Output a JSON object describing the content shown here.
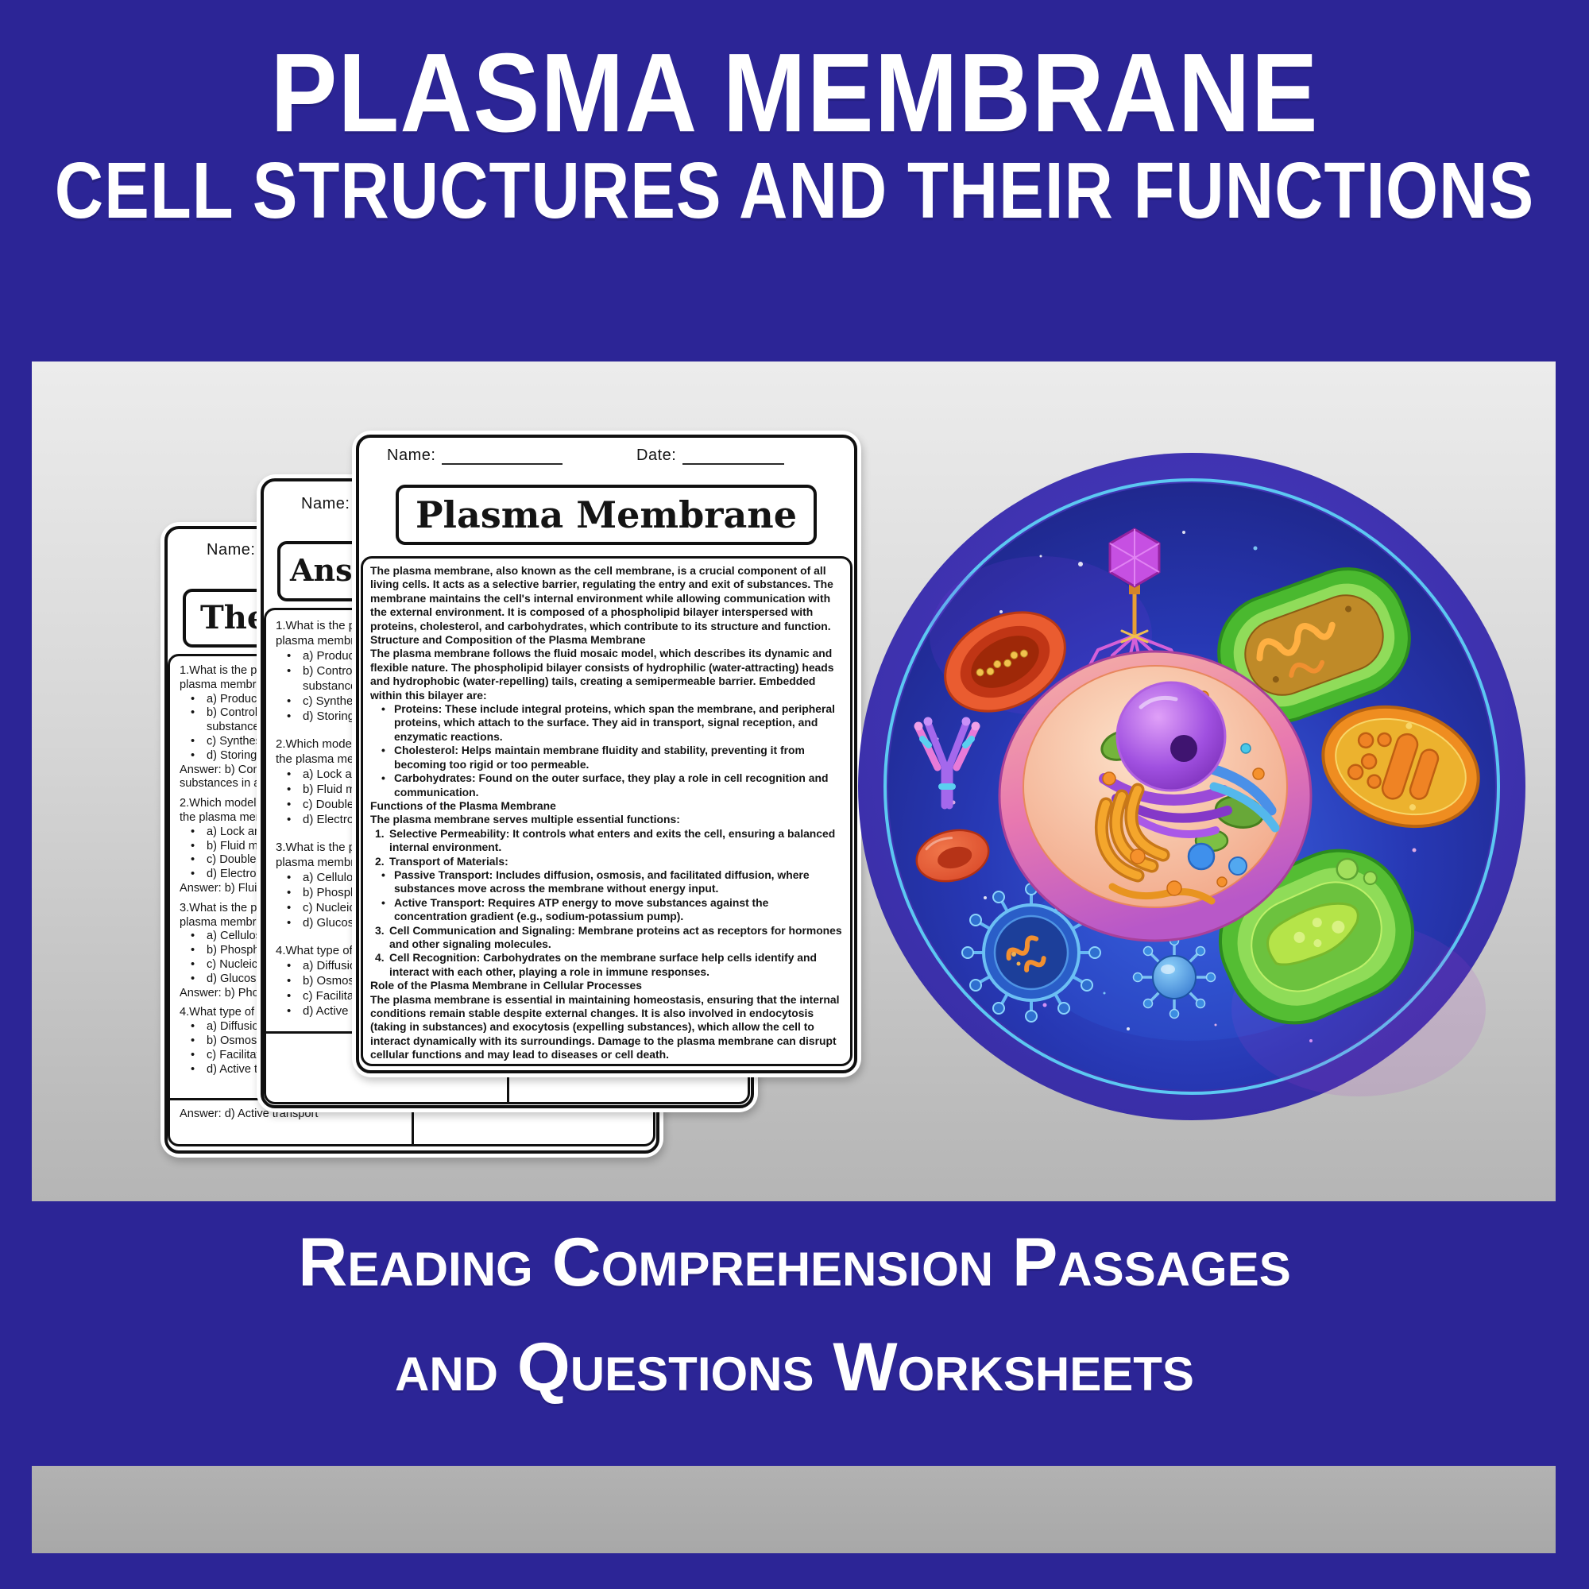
{
  "cover": {
    "title_line1": "PLASMA MEMBRANE",
    "title_line2": "CELL STRUCTURES AND THEIR FUNCTIONS",
    "footer_line1": "Reading Comprehension Passages",
    "footer_line2": "and Questions Worksheets"
  },
  "colors": {
    "background": "#2c2596",
    "panel_top": "#ececec",
    "panel_bottom": "#b5b5b5",
    "bottom_bar": "#a8a8a8",
    "title_text": "#ffffff",
    "badge_ring": "#3d2fa8",
    "badge_space": "#1d2280",
    "badge_inner_ring": "#5cc8f2"
  },
  "worksheets": {
    "front": {
      "name_label": "Name:",
      "date_label": "Date:",
      "title": "Plasma Membrane",
      "passage": [
        {
          "style": "p",
          "text": "The plasma membrane, also known as the cell membrane, is a crucial component of all living cells. It acts as a selective barrier, regulating the entry and exit of substances. The membrane maintains the cell's internal environment while allowing communication with the external environment. It is composed of a phospholipid bilayer interspersed with proteins, cholesterol, and carbohydrates, which contribute to its structure and function."
        },
        {
          "style": "p",
          "text": "Structure and Composition of the Plasma Membrane"
        },
        {
          "style": "p",
          "text": "The plasma membrane follows the fluid mosaic model, which describes its dynamic and flexible nature. The phospholipid bilayer consists of hydrophilic (water-attracting) heads and hydrophobic (water-repelling) tails, creating a semipermeable barrier. Embedded within this bilayer are:"
        },
        {
          "style": "bullet",
          "text": "Proteins: These include integral proteins, which span the membrane, and peripheral proteins, which attach to the surface. They aid in transport, signal reception, and enzymatic reactions."
        },
        {
          "style": "bullet",
          "text": "Cholesterol: Helps maintain membrane fluidity and stability, preventing it from becoming too rigid or too permeable."
        },
        {
          "style": "bullet",
          "text": "Carbohydrates: Found on the outer surface, they play a role in cell recognition and communication."
        },
        {
          "style": "p",
          "text": "Functions of the Plasma Membrane"
        },
        {
          "style": "p",
          "text": "The plasma membrane serves multiple essential functions:"
        },
        {
          "style": "num",
          "text": "Selective Permeability: It controls what enters and exits the cell, ensuring a balanced internal environment."
        },
        {
          "style": "num",
          "text": "Transport of Materials:"
        },
        {
          "style": "bullet",
          "text": "Passive Transport: Includes diffusion, osmosis, and facilitated diffusion, where substances move across the membrane without energy input."
        },
        {
          "style": "bullet",
          "text": "Active Transport: Requires ATP energy to move substances against the concentration gradient (e.g., sodium-potassium pump)."
        },
        {
          "style": "num",
          "text": "Cell Communication and Signaling: Membrane proteins act as receptors for hormones and other signaling molecules."
        },
        {
          "style": "num",
          "text": "Cell Recognition: Carbohydrates on the membrane surface help cells identify and interact with each other, playing a role in immune responses."
        },
        {
          "style": "p",
          "text": "Role of the Plasma Membrane in Cellular Processes"
        },
        {
          "style": "p",
          "text": "The plasma membrane is essential in maintaining homeostasis, ensuring that the internal conditions remain stable despite external changes. It is also involved in endocytosis (taking in substances) and exocytosis (expelling substances), which allow the cell to interact dynamically with its surroundings. Damage to the plasma membrane can disrupt cellular functions and may lead to diseases or cell death."
        }
      ]
    },
    "middle": {
      "name_label": "Name:",
      "title": "Answer the following questions"
    },
    "back": {
      "name_label": "Name:",
      "title": "The Answer Key"
    },
    "questions": [
      {
        "number": "1.",
        "text": "What is the primary function of the plasma membrane?",
        "options": [
          "a) Producing energy",
          "b) Controlling the movement of substances in and out of the cell",
          "c) Synthesizing proteins",
          "d) Storing genetic information"
        ],
        "answer": "Answer: b) Controlling the movement of substances in and out of the cell"
      },
      {
        "number": "2.",
        "text": "Which model describes the structure of the plasma membrane?",
        "options": [
          "a) Lock and key model",
          "b) Fluid mosaic model",
          "c) Double helix model",
          "d) Electron cloud model"
        ],
        "answer": "Answer: b) Fluid mosaic model"
      },
      {
        "number": "3.",
        "text": "What is the primary component of the plasma membrane?",
        "options": [
          "a) Cellulose",
          "b) Phospholipids",
          "c) Nucleic acids",
          "d) Glucose"
        ],
        "answer": "Answer: b) Phospholipids"
      },
      {
        "number": "4.",
        "text": "What type of transport requires energy?",
        "options": [
          "a) Diffusion",
          "b) Osmosis",
          "c) Facilitated diffusion",
          "d) Active transport"
        ],
        "answer": "Answer: d) Active transport"
      }
    ]
  },
  "illustration": {
    "type": "cell-biology-badge",
    "elements": [
      "bacteriophage",
      "bacterium",
      "red-blood-cell",
      "antibody",
      "animal-cell",
      "nucleus",
      "golgi-apparatus",
      "endoplasmic-reticulum",
      "mitochondrion",
      "coronavirus",
      "virus",
      "chloroplast"
    ]
  }
}
